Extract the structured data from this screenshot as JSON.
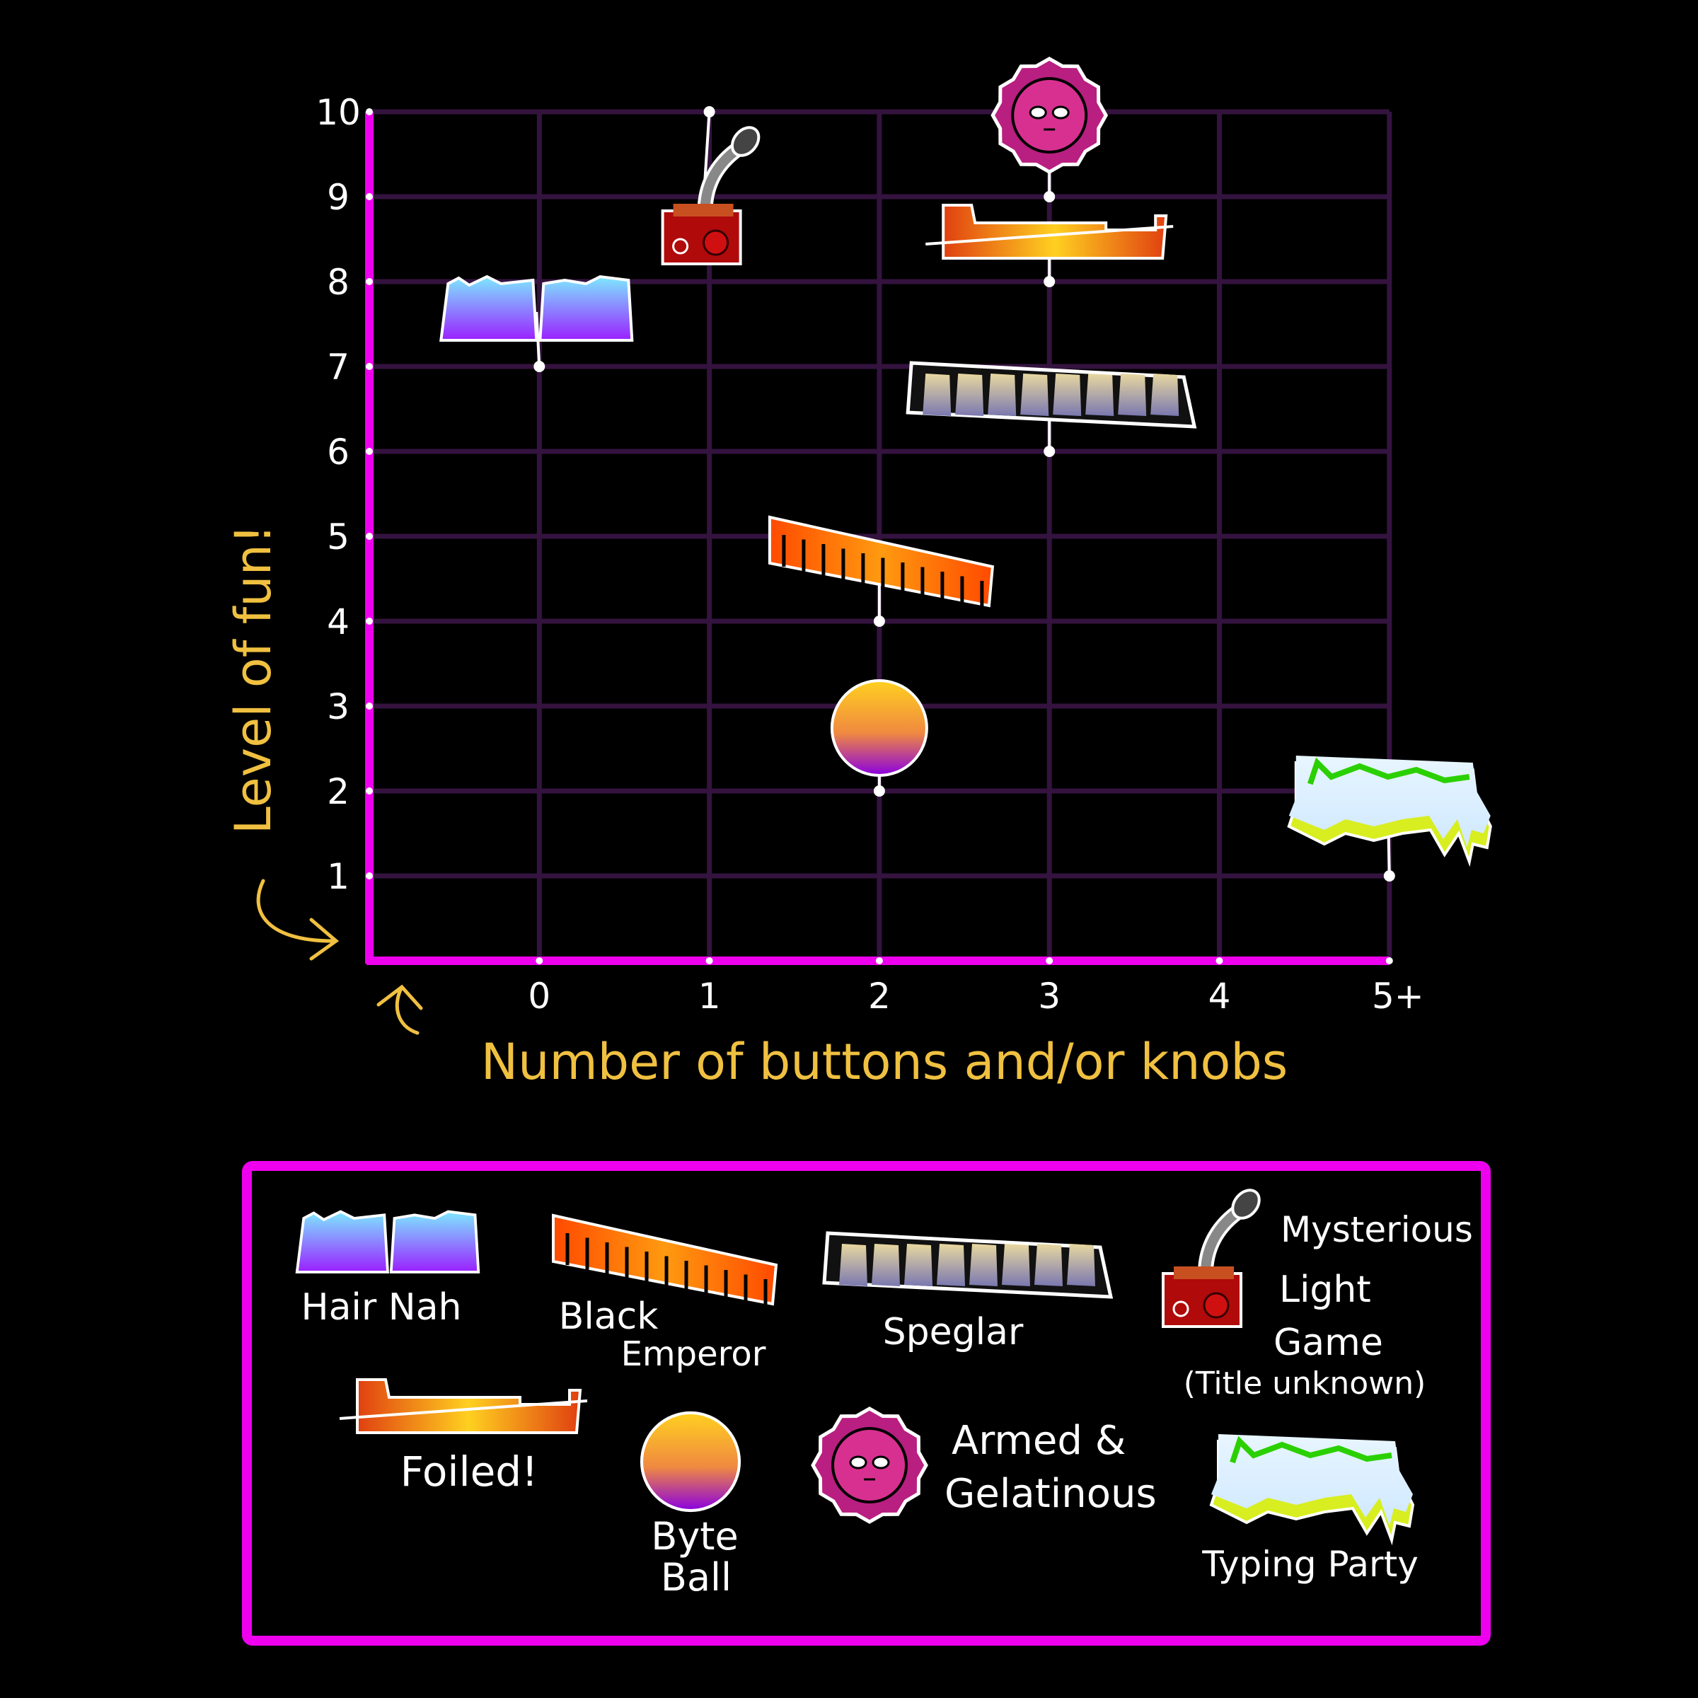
{
  "chart_data": {
    "type": "scatter",
    "title": "",
    "xlabel": "Number of buttons and/or knobs",
    "ylabel": "Level of fun!",
    "x_ticks": [
      "0",
      "1",
      "2",
      "3",
      "4",
      "5+"
    ],
    "y_ticks": [
      "1",
      "2",
      "3",
      "4",
      "5",
      "6",
      "7",
      "8",
      "9",
      "10"
    ],
    "xlim": [
      -1,
      5
    ],
    "ylim": [
      0,
      10
    ],
    "grid": true,
    "legend_placement": "bottom",
    "points": [
      {
        "name": "Hair Nah",
        "x": 0,
        "y": 7,
        "icon": "hair-nah-logo"
      },
      {
        "name": "Mysterious Light Game",
        "x": 1,
        "y": 10,
        "icon": "joystick-box"
      },
      {
        "name": "Armed & Gelatinous",
        "x": 3,
        "y": 9,
        "icon": "pink-blob-face"
      },
      {
        "name": "Foiled!",
        "x": 3,
        "y": 8,
        "icon": "foiled-logo"
      },
      {
        "name": "Speglar",
        "x": 3,
        "y": 6,
        "icon": "speglar-logo"
      },
      {
        "name": "Black Emperor",
        "x": 2,
        "y": 4,
        "icon": "black-emperor-logo"
      },
      {
        "name": "Byte Ball",
        "x": 2,
        "y": 2,
        "icon": "gradient-ball"
      },
      {
        "name": "Typing Party",
        "x": 5,
        "y": 1,
        "icon": "typing-party-logo"
      }
    ]
  },
  "legend": {
    "hair_nah": "Hair Nah",
    "black_emperor": [
      "Black",
      "Emperor"
    ],
    "speglar": "Speglar",
    "mysterious": [
      "Mysterious",
      "Light",
      "Game",
      "(Title unknown)"
    ],
    "foiled": "Foiled!",
    "byte_ball": [
      "Byte",
      "Ball"
    ],
    "armed": [
      "Armed &",
      "Gelatinous"
    ],
    "typing_party": "Typing Party"
  },
  "colors": {
    "axis": "#ee00ee",
    "grid": "#34133f",
    "label": "#f0c040",
    "text": "#ffffff"
  }
}
